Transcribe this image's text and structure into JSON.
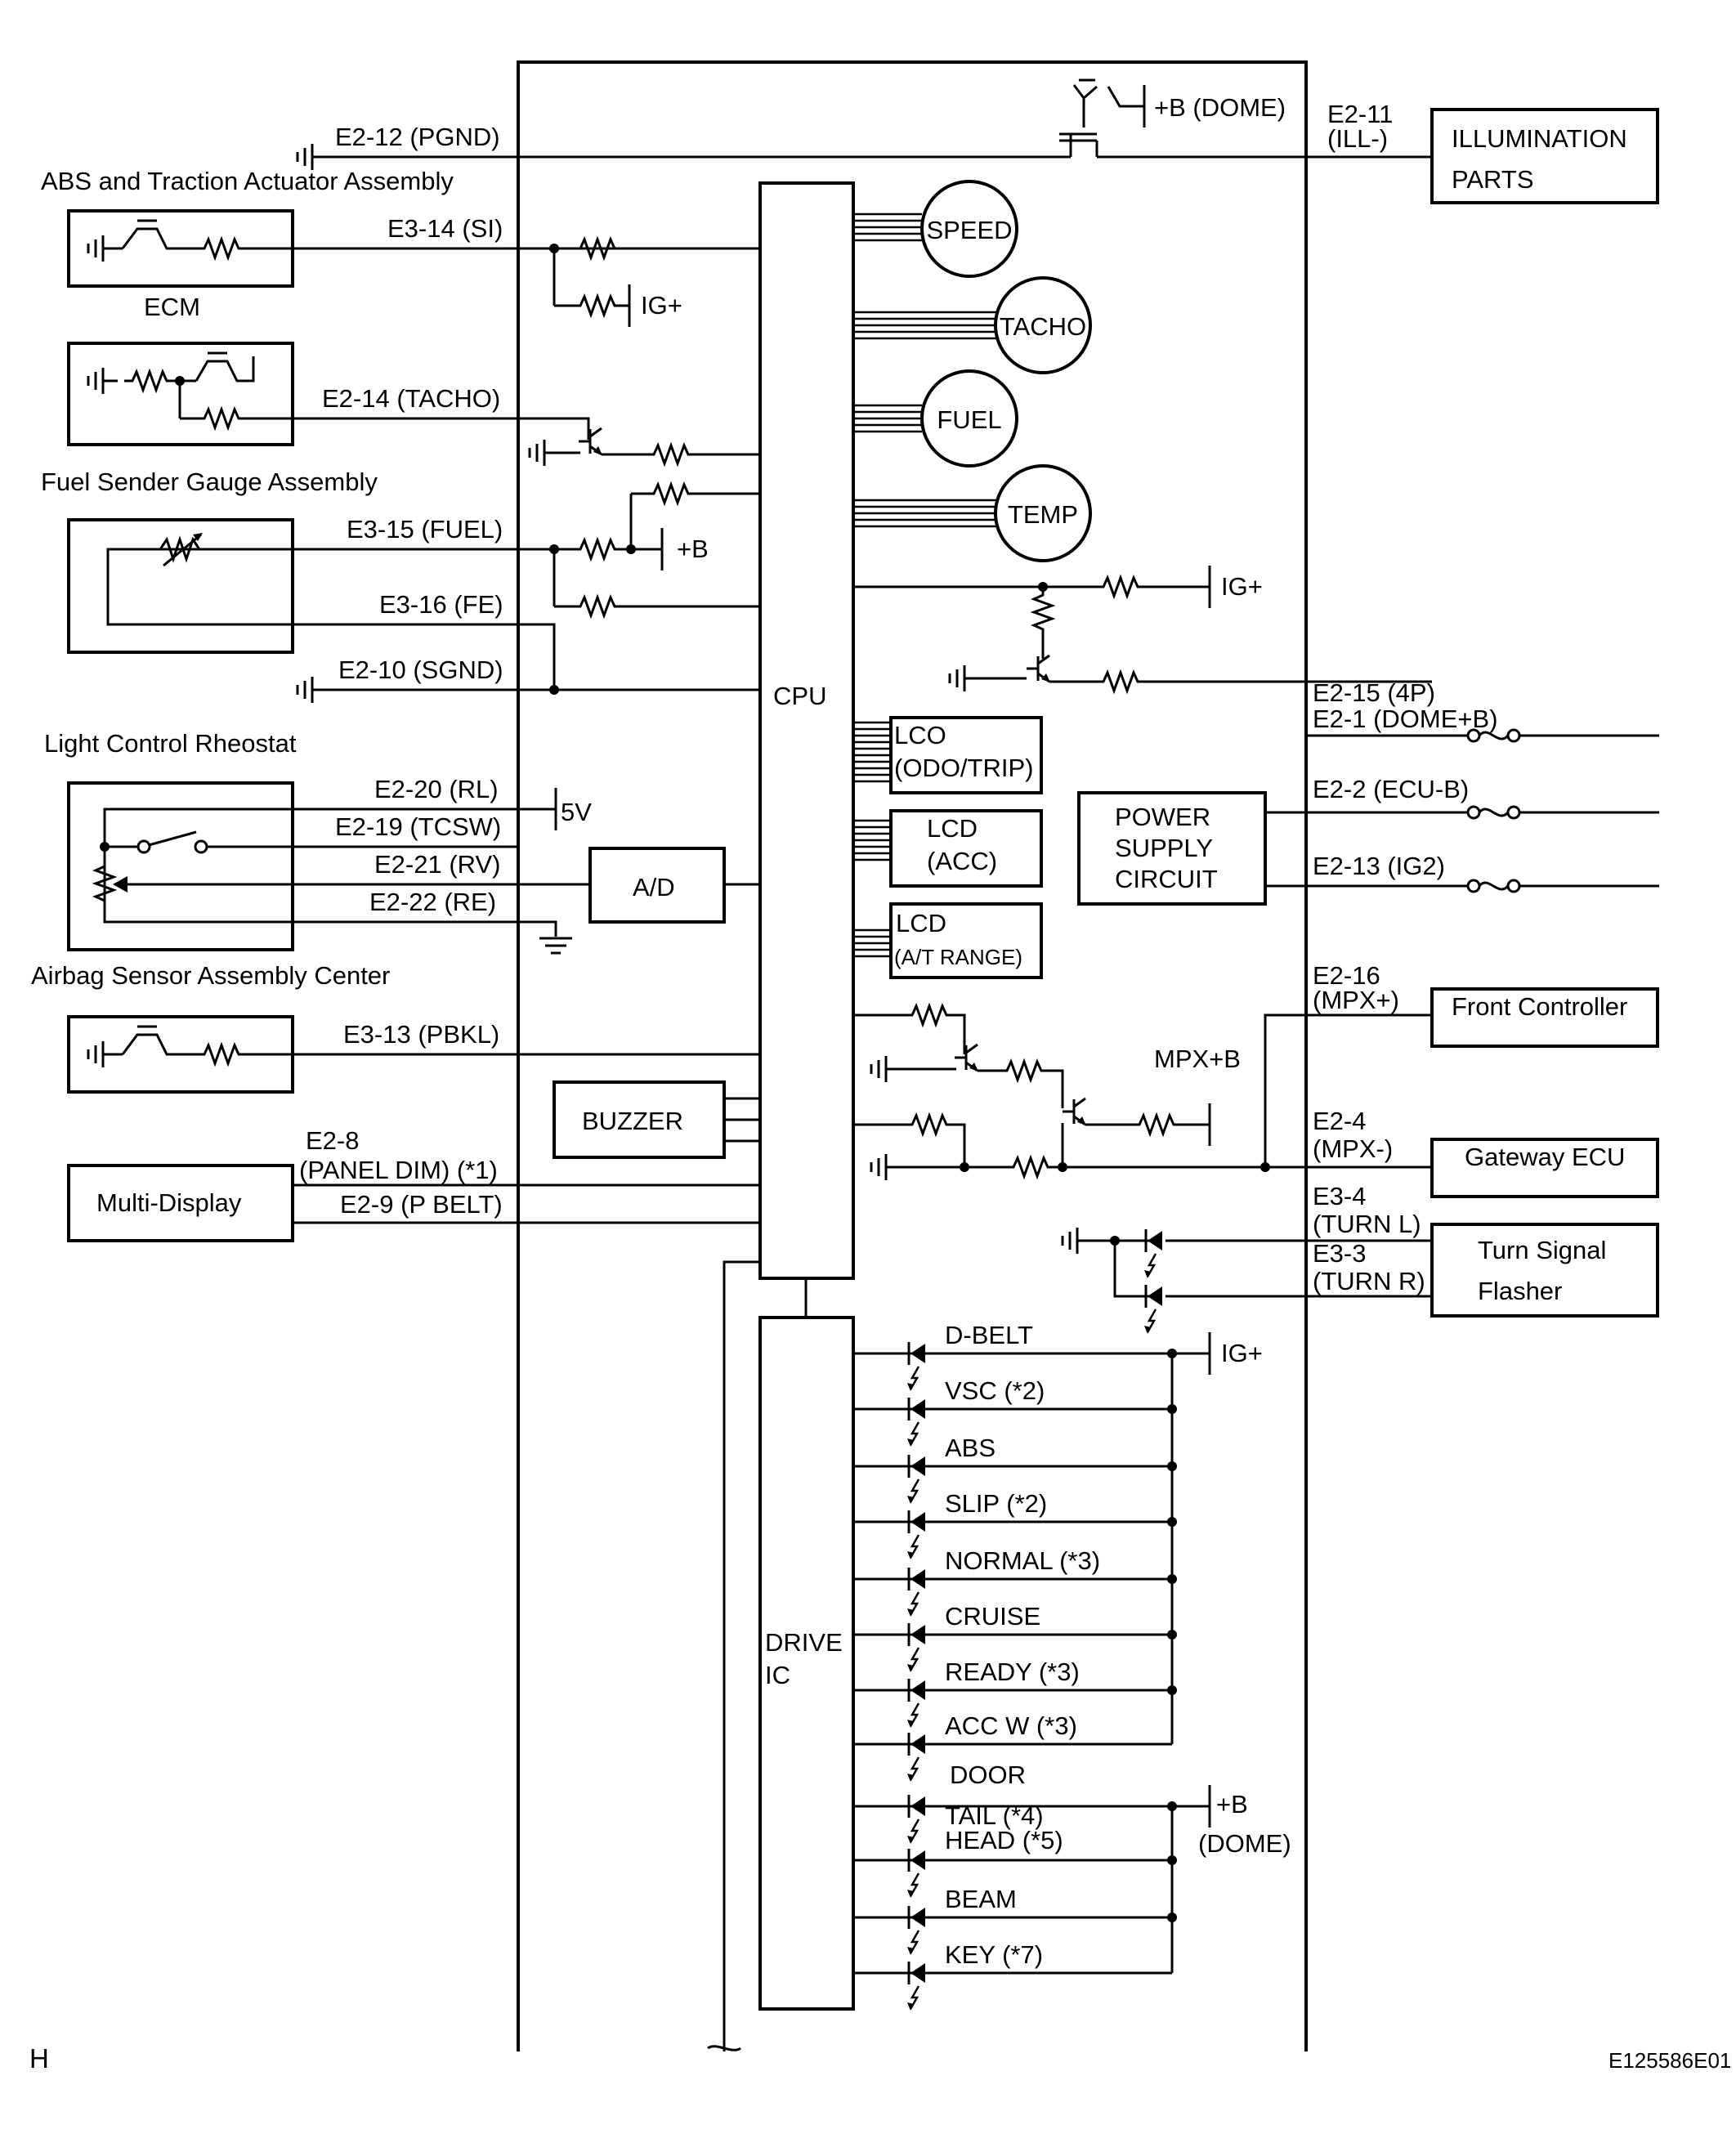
{
  "diagram": {
    "corner_letter": "H",
    "figure_code": "E125586E01",
    "devices": {
      "abs": "ABS and Traction Actuator Assembly",
      "ecm": "ECM",
      "fuel_sender": "Fuel Sender Gauge Assembly",
      "rheostat": "Light Control Rheostat",
      "airbag": "Airbag Sensor Assembly Center",
      "multi_display": "Multi-Display",
      "illumination_1": "ILLUMINATION",
      "illumination_2": "PARTS",
      "front_controller": "Front Controller",
      "gateway": "Gateway ECU",
      "flasher_1": "Turn Signal",
      "flasher_2": "Flasher"
    },
    "pins_left": {
      "pgnd": "E2-12 (PGND)",
      "si": "E3-14 (SI)",
      "tacho": "E2-14 (TACHO)",
      "fuel": "E3-15 (FUEL)",
      "fe": "E3-16 (FE)",
      "sgnd": "E2-10 (SGND)",
      "rl": "E2-20 (RL)",
      "tcsw": "E2-19 (TCSW)",
      "rv": "E2-21 (RV)",
      "re": "E2-22 (RE)",
      "pbkl": "E3-13 (PBKL)",
      "e28": "E2-8",
      "panel_dim": "(PANEL DIM) (*1)",
      "pbelt": "E2-9 (P BELT)"
    },
    "pins_right": {
      "e211": "E2-11",
      "ill": "(ILL-)",
      "p4p": "E2-15 (4P)",
      "domeb": "E2-1 (DOME+B)",
      "ecub": "E2-2 (ECU-B)",
      "ig2": "E2-13 (IG2)",
      "e216": "E2-16",
      "mpxp": "(MPX+)",
      "e24": "E2-4",
      "mpxm": "(MPX-)",
      "e34": "E3-4",
      "turnl": "(TURN L)",
      "e33": "E3-3",
      "turnr": "(TURN R)"
    },
    "power": {
      "dome_b": "+B (DOME)",
      "ig_a": "IG+",
      "plus_b": "+B",
      "ig_b": "IG+",
      "five_v": "5V",
      "mpx_b": "MPX+B",
      "ig_c": "IG+",
      "plus_b_2": "+B",
      "dome": "(DOME)"
    },
    "blocks": {
      "cpu": "CPU",
      "drive_1": "DRIVE",
      "drive_2": "IC",
      "buzzer": "BUZZER",
      "ad": "A/D",
      "psu_1": "POWER",
      "psu_2": "SUPPLY",
      "psu_3": "CIRCUIT",
      "lco_1": "LCO",
      "lco_2": "(ODO/TRIP)",
      "lcd_acc_1": "LCD",
      "lcd_acc_2": "(ACC)",
      "lcd_at_1": "LCD",
      "lcd_at_2": "(A/T RANGE)"
    },
    "gauges": {
      "speed": "SPEED",
      "tacho": "TACHO",
      "fuel": "FUEL",
      "temp": "TEMP"
    },
    "indicators": {
      "dbelt": "D-BELT",
      "vsc": "VSC (*2)",
      "abs": "ABS",
      "slip": "SLIP (*2)",
      "normal": "NORMAL (*3)",
      "cruise": "CRUISE",
      "ready": "READY (*3)",
      "accw": "ACC W (*3)",
      "door": "DOOR",
      "tail": "TAIL (*4)",
      "head": "HEAD (*5)",
      "beam": "BEAM",
      "key": "KEY (*7)"
    }
  }
}
